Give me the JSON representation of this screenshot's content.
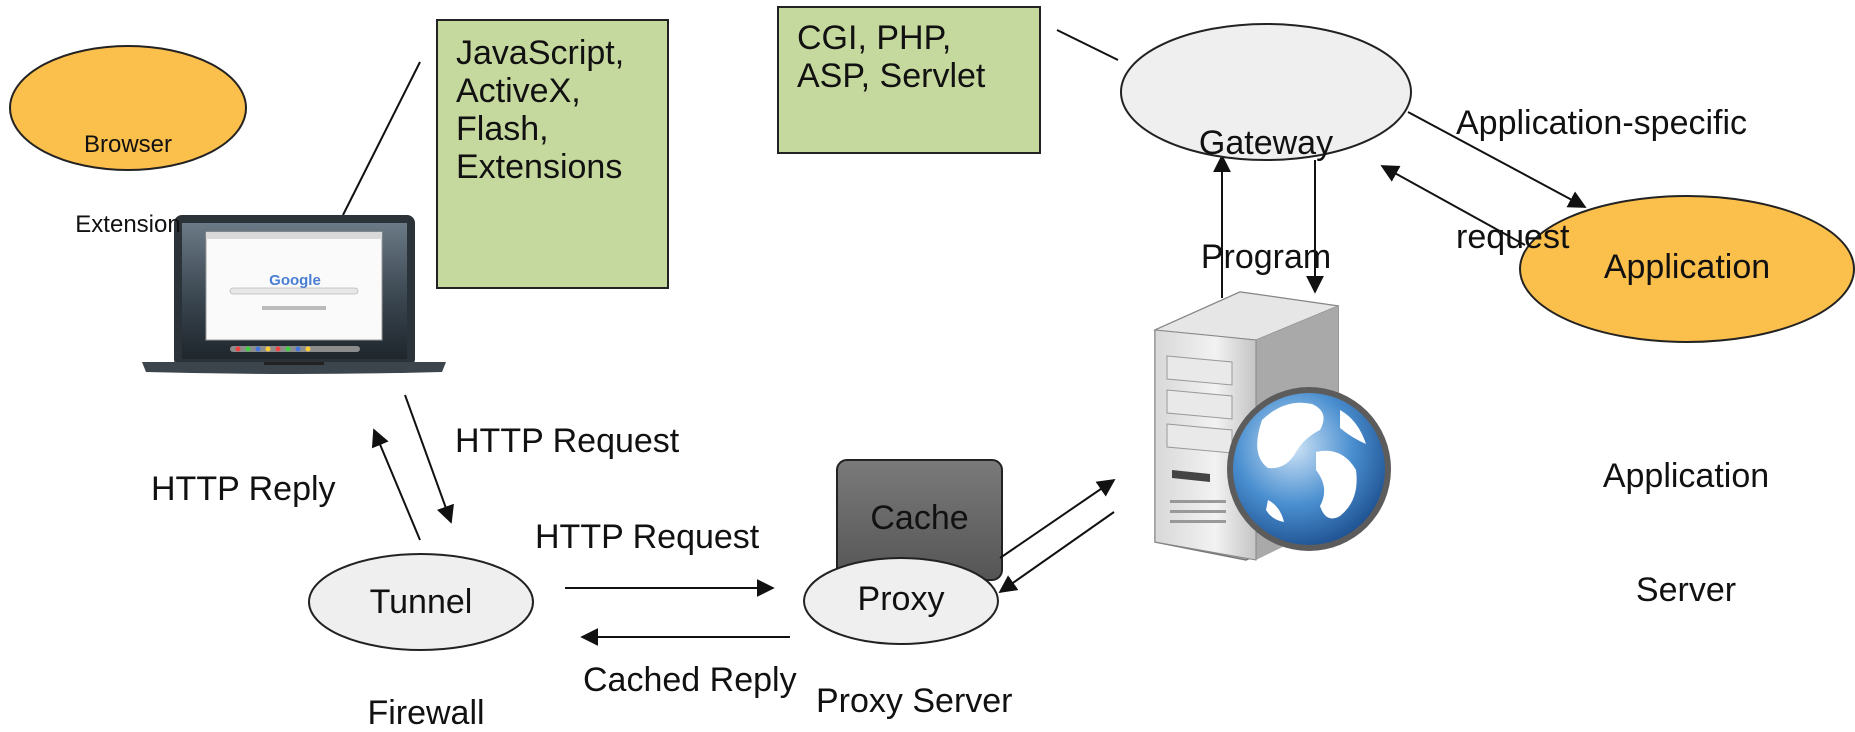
{
  "nodes": {
    "browser_extension": {
      "lines": [
        "Browser",
        "Extension"
      ]
    },
    "client_tech_box": {
      "lines": [
        "JavaScript,",
        "ActiveX,",
        "Flash,",
        "Extensions"
      ]
    },
    "server_tech_box": {
      "lines": [
        "CGI, PHP,",
        "ASP, Servlet"
      ]
    },
    "gateway_program": {
      "lines": [
        "Gateway",
        "Program"
      ]
    },
    "application": {
      "label": "Application"
    },
    "application_server_label": {
      "lines": [
        "Application",
        "Server"
      ]
    },
    "app_specific_request_label": {
      "lines": [
        "Application-specific",
        "request"
      ]
    },
    "tunnel": {
      "label": "Tunnel"
    },
    "firewall_label": {
      "label": "Firewall"
    },
    "proxy": {
      "label": "Proxy"
    },
    "cache": {
      "label": "Cache"
    },
    "proxy_server_label": {
      "label": "Proxy Server"
    }
  },
  "edge_labels": {
    "http_request_browser": "HTTP Request",
    "http_reply_browser": "HTTP Reply",
    "http_request_proxy": "HTTP Request",
    "cached_reply": "Cached Reply"
  },
  "laptop_screen": {
    "search_brand": "Google"
  },
  "colors": {
    "ellipse_orange": "#fbbf4c",
    "ellipse_grey": "#efefef",
    "box_green": "#c5d89d",
    "cache_grey": "#666666",
    "stroke": "#222222"
  }
}
